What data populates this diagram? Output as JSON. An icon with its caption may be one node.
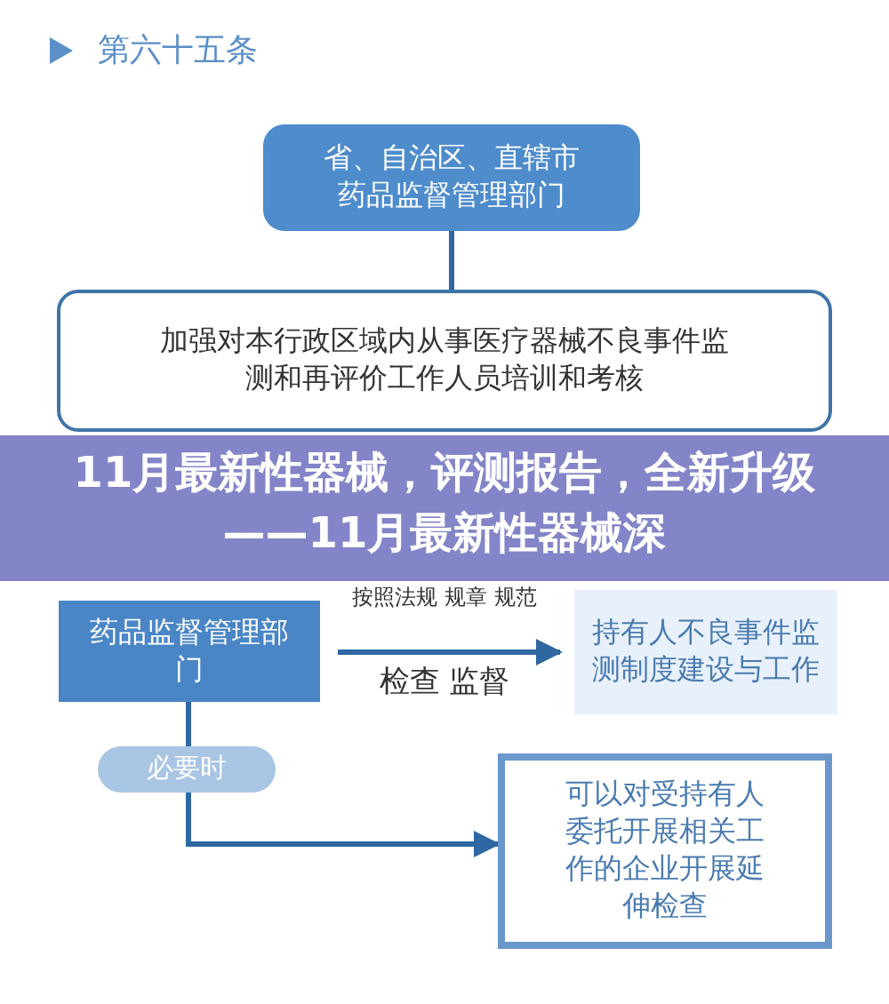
{
  "diagram": {
    "title": "第六十五条",
    "nodes": [
      {
        "text": [
          "省、自治区、直辖市药品监督管理部门"
        ]
      },
      {
        "text": [
          "加强对本行政区域内从事医疗器械不良事件监测和再评价工作人员培训和考核"
        ]
      },
      {
        "text": [
          "药品监督管理部门"
        ]
      },
      {
        "text": [
          "持有人不良事件监测制度建设与工作"
        ]
      },
      {
        "text": [
          "必要时"
        ]
      },
      {
        "text": [
          "可以对受持有人委托开展相关工作的企业开展延伸检查"
        ]
      }
    ],
    "edges": [
      {
        "from": 0,
        "to": 1,
        "arrow": "none"
      },
      {
        "from": 2,
        "to": 3,
        "arrow": "to",
        "label": "按照法规 规章 规范"
      },
      {
        "from": 2,
        "to": 4,
        "arrow": "none"
      },
      {
        "from": 4,
        "to": 5,
        "arrow": "to"
      }
    ],
    "labels": [
      "11月最新性器械，评测报告，全新升级——11月最新性器械深",
      "检查 监督"
    ]
  }
}
